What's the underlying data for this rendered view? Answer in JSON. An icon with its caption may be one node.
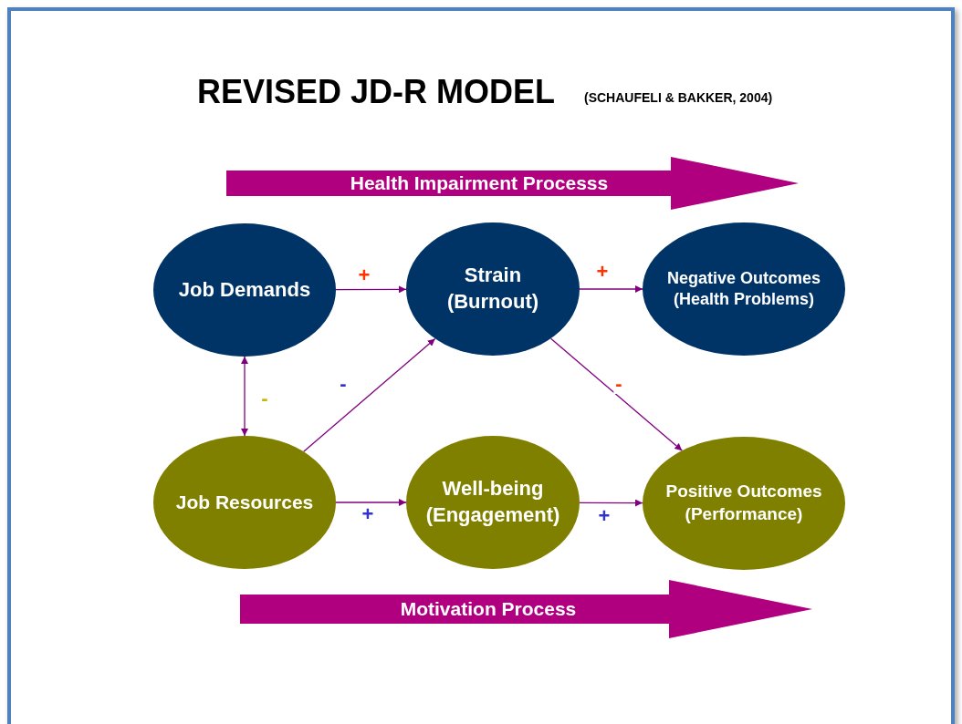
{
  "diagram": {
    "title": "REVISED JD-R MODEL",
    "nodes": [
      {
        "text": [
          "Health Impairment Processs"
        ]
      },
      {
        "text": [
          "Job Demands"
        ]
      },
      {
        "text": [
          "Strain (Burnout)"
        ]
      },
      {
        "text": [
          "Negative Outcomes (Health Problems)"
        ]
      },
      {
        "text": [
          "Job Resources"
        ]
      },
      {
        "text": [
          "Well-being (Engagement)"
        ]
      },
      {
        "text": [
          "Positive Outcomes (Performance)"
        ]
      },
      {
        "text": [
          "Motivation Process"
        ]
      }
    ],
    "edges": [
      {
        "from": 1,
        "to": 2,
        "arrow": "to",
        "label": "+"
      },
      {
        "from": 2,
        "to": 3,
        "arrow": "to",
        "label": "+"
      },
      {
        "from": 1,
        "to": 4,
        "arrow": "both",
        "label": "-"
      },
      {
        "from": 4,
        "to": 2,
        "arrow": "to",
        "label": "-"
      },
      {
        "from": 2,
        "to": 6,
        "arrow": "to",
        "label": "-"
      },
      {
        "from": 4,
        "to": 5,
        "arrow": "to",
        "label": "+"
      },
      {
        "from": 5,
        "to": 6,
        "arrow": "to",
        "label": "+"
      }
    ],
    "labels": [
      "(SCHAUFELI & BAKKER, 2004)"
    ]
  }
}
